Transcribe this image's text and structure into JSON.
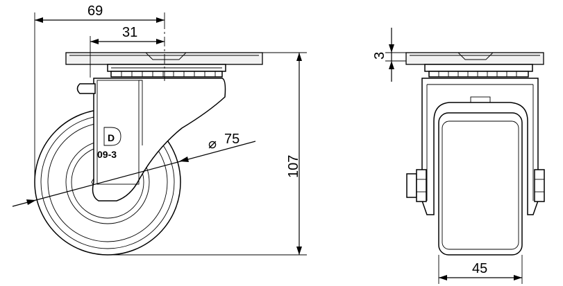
{
  "drawing": {
    "dimensions": {
      "overall_offset": "69",
      "center_offset": "31",
      "wheel_diameter_symbol": "⌀",
      "wheel_diameter": "75",
      "total_height": "107",
      "plate_thickness": "3",
      "wheel_width": "45"
    },
    "wheel_marking": {
      "logo_letter": "D",
      "model_code": "09-3"
    }
  }
}
